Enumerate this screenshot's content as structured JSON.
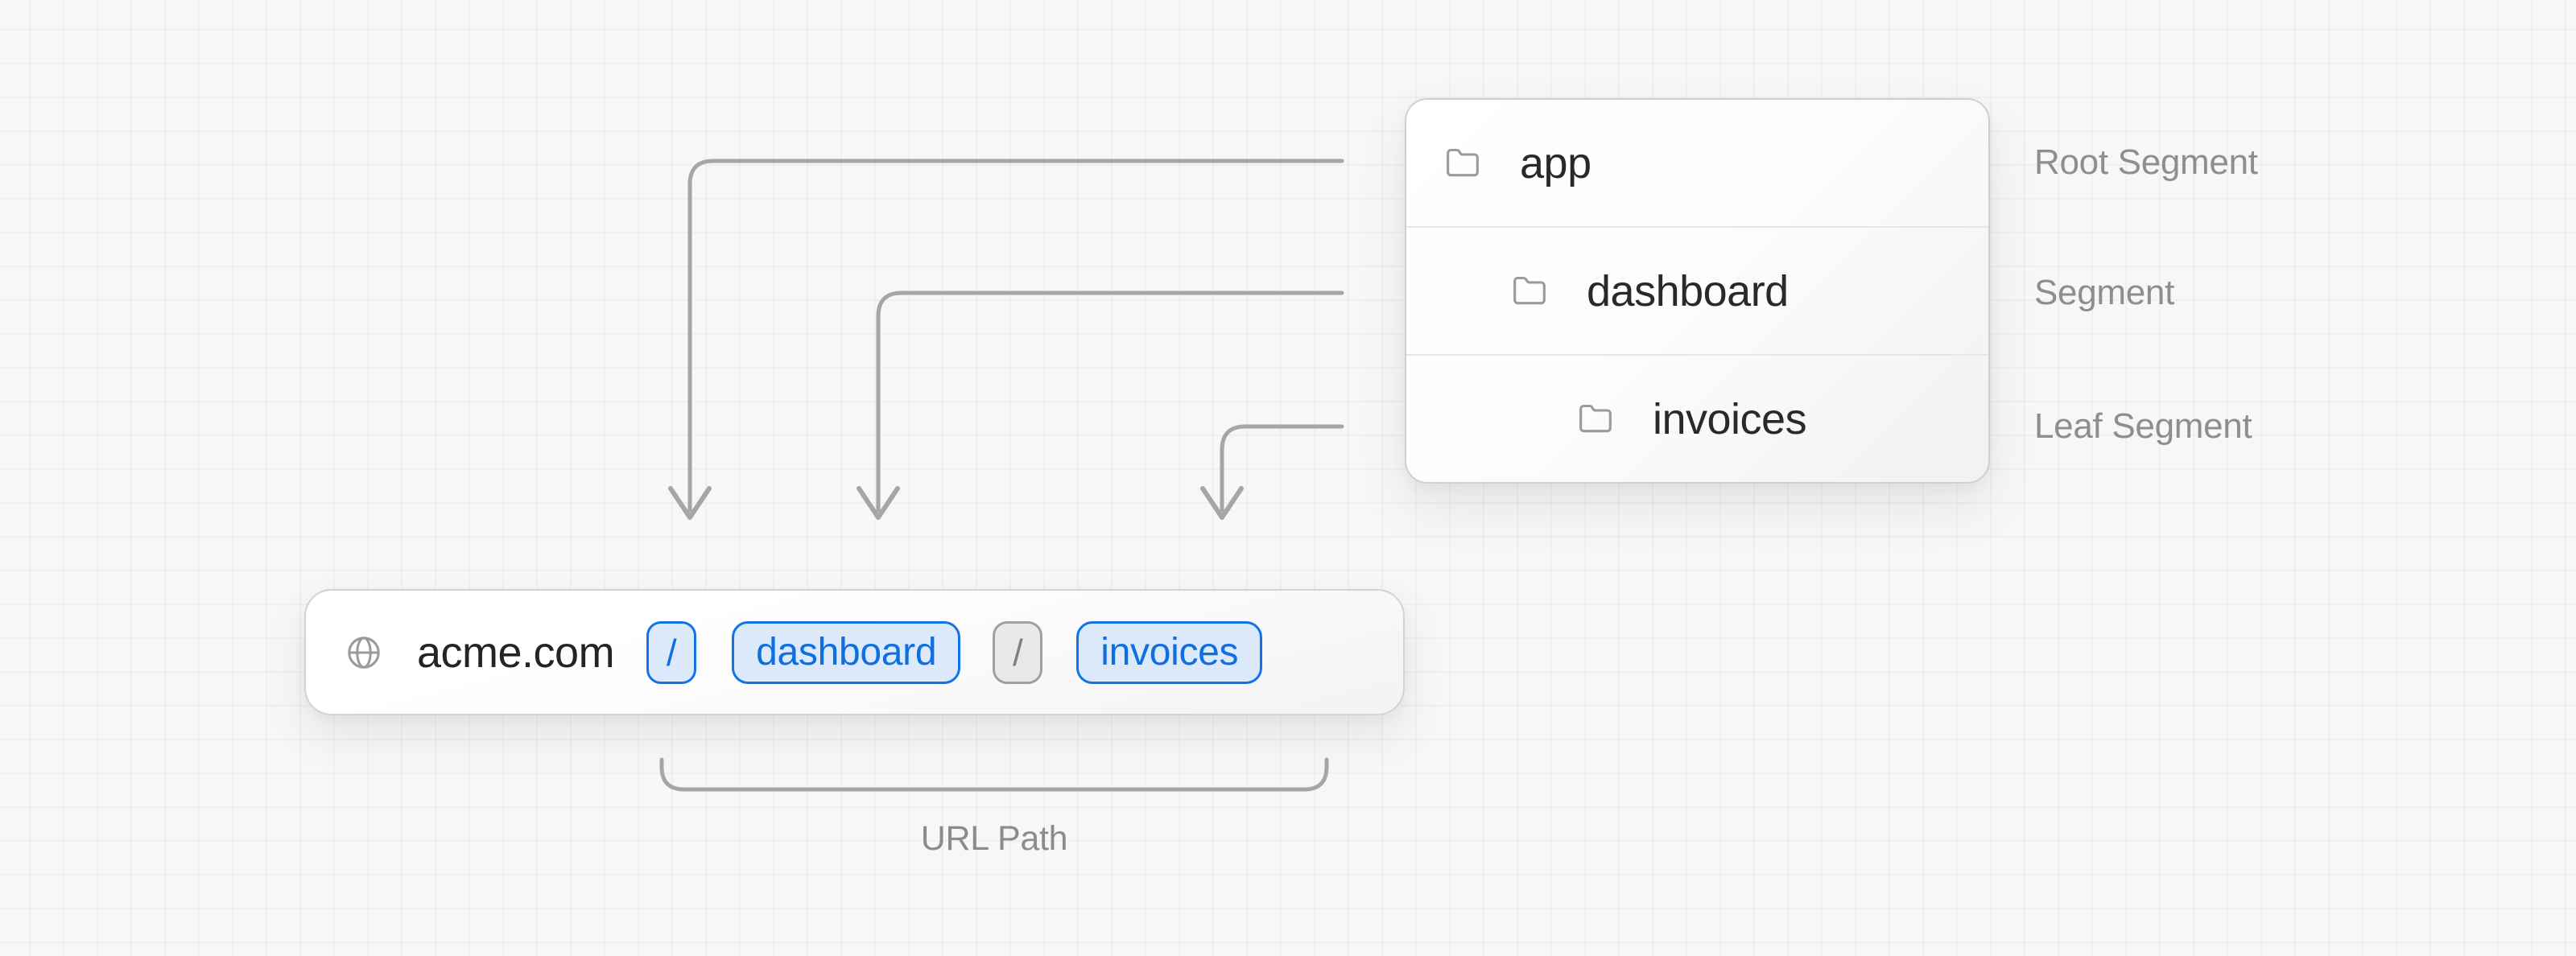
{
  "diagram": {
    "title_hint": "URL path mapped to route segments",
    "tree": {
      "rows": [
        {
          "icon": "folder-icon",
          "name": "app",
          "role": "Root Segment"
        },
        {
          "icon": "folder-icon",
          "name": "dashboard",
          "role": "Segment"
        },
        {
          "icon": "folder-icon",
          "name": "invoices",
          "role": "Leaf Segment"
        }
      ]
    },
    "url_bar": {
      "site_icon": "globe-icon",
      "host": "acme.com",
      "segments": [
        {
          "text": "/",
          "style": "highlight-blue"
        },
        {
          "text": "dashboard",
          "style": "highlight-blue"
        },
        {
          "text": "/",
          "style": "muted-gray"
        },
        {
          "text": "invoices",
          "style": "highlight-blue"
        }
      ]
    },
    "annotation": {
      "bracket_label": "URL Path"
    },
    "colors": {
      "accent_blue_border": "#1174e6",
      "accent_blue_fill": "#dce9fb",
      "accent_blue_text": "#0e6fe0",
      "muted_gray_border": "#a0a0a3",
      "muted_gray_fill": "#e9e9eb",
      "muted_gray_text": "#808084",
      "connector_gray": "#a6a6a8",
      "label_gray": "#8e8e91",
      "text_dark": "#29292b",
      "background": "#f7f7f8"
    }
  }
}
